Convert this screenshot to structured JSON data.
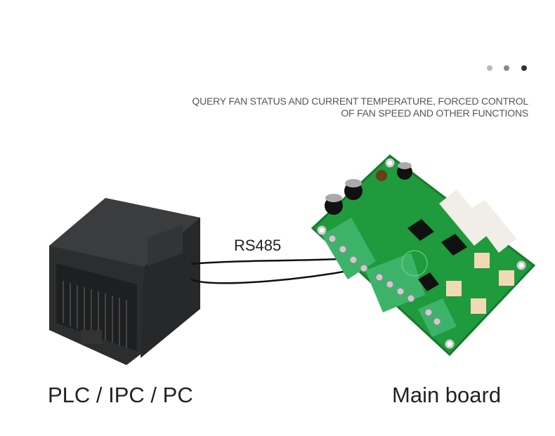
{
  "pager": {
    "dots": [
      {
        "color": "#bbbbbb",
        "active": false
      },
      {
        "color": "#888888",
        "active": false
      },
      {
        "color": "#333333",
        "active": true
      }
    ]
  },
  "subtitle": {
    "line1": "QUERY FAN STATUS AND CURRENT TEMPERATURE, FORCED CONTROL",
    "line2": "OF FAN SPEED AND OTHER FUNCTIONS"
  },
  "diagram": {
    "link_label": "RS485",
    "left_device_label": "PLC / IPC / PC",
    "right_device_label": "Main board"
  },
  "colors": {
    "pcb": "#1f9a3c",
    "plc": "#2b2d2e",
    "terminal": "#3db36a",
    "text": "#222222"
  }
}
